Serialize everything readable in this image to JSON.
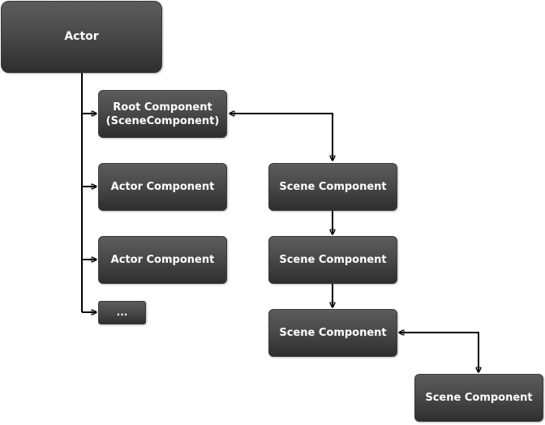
{
  "nodes": {
    "actor": "Actor",
    "root_component": "Root Component\n(SceneComponent)",
    "actor_component_1": "Actor Component",
    "actor_component_2": "Actor Component",
    "ellipsis": "...",
    "scene_component_1": "Scene Component",
    "scene_component_2": "Scene Component",
    "scene_component_3": "Scene Component",
    "scene_component_4": "Scene Component"
  },
  "colors": {
    "node_top": "#5c5c5c",
    "node_bottom": "#2e2e2e",
    "node_text": "#ffffff",
    "connector": "#000000"
  }
}
